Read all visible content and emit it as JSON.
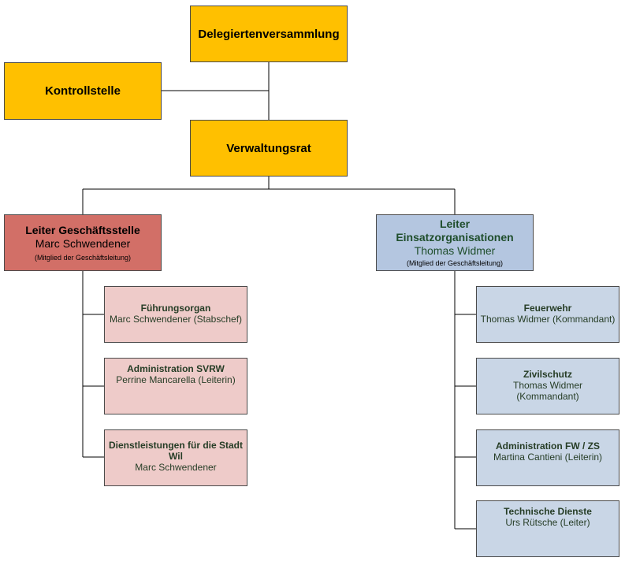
{
  "top": {
    "delegiertenversammlung": "Delegiertenversammlung",
    "kontrollstelle": "Kontrollstelle",
    "verwaltungsrat": "Verwaltungsrat"
  },
  "left_lead": {
    "title": "Leiter Geschäftsstelle",
    "name": "Marc Schwendener",
    "note": "(Mitglied der Geschäftsleitung)"
  },
  "right_lead": {
    "title_line1": "Leiter",
    "title_line2": "Einsatzorganisationen",
    "name": "Thomas Widmer",
    "note": "(Mitglied der Geschäftsleitung)"
  },
  "left_units": [
    {
      "title": "Führungsorgan",
      "person": "Marc Schwendener (Stabschef)"
    },
    {
      "title": "Administration SVRW",
      "person": "Perrine Mancarella (Leiterin)"
    },
    {
      "title_line1": "Dienstleistungen für die Stadt",
      "title_line2": "Wil",
      "person": "Marc Schwendener"
    }
  ],
  "right_units": [
    {
      "title": "Feuerwehr",
      "person": "Thomas Widmer (Kommandant)"
    },
    {
      "title": "Zivilschutz",
      "person_line1": "Thomas Widmer",
      "person_line2": "(Kommandant)"
    },
    {
      "title": "Administration FW / ZS",
      "person": "Martina Cantieni (Leiterin)"
    },
    {
      "title": "Technische Dienste",
      "person": "Urs Rütsche (Leiter)"
    }
  ],
  "colors": {
    "top_boxes": "#ffc000",
    "left_lead": "#d26f67",
    "right_lead": "#b4c6e0",
    "left_units": "#eecbc9",
    "right_units": "#c9d6e6"
  }
}
